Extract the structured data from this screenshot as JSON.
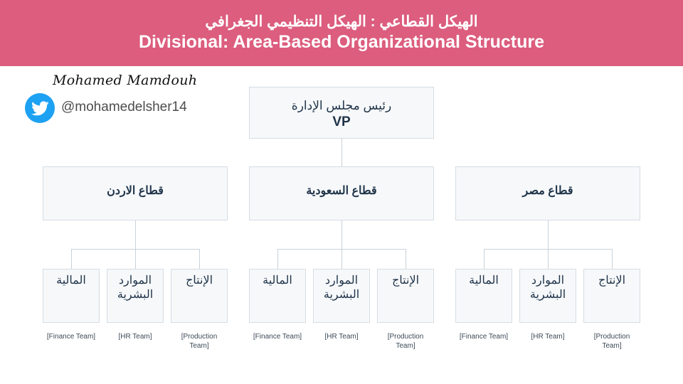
{
  "header": {
    "title_ar": "الهيكل القطاعي : الهيكل التنظيمي الجغرافي",
    "title_en": "Divisional: Area-Based Organizational Structure",
    "background_color": "#dc5d7e",
    "text_color": "#ffffff"
  },
  "signature": {
    "name": "Mohamed Mamdouh",
    "handle": "@mohamedelsher14",
    "icon": "twitter-icon",
    "icon_color": "#1da1f2"
  },
  "chart": {
    "box_fill": "#f6f8fa",
    "box_border": "#d6dde3",
    "connector_color": "#c8d2da",
    "text_color": "#1f3348",
    "root": {
      "label_ar": "رئيس مجلس الإدارة",
      "label_en": "VP"
    },
    "divisions": [
      {
        "label_ar": "قطاع الاردن",
        "children": [
          {
            "label_ar": "المالية",
            "caption_en": "[Finance Team]"
          },
          {
            "label_ar": "الموارد البشرية",
            "caption_en": "[HR Team]"
          },
          {
            "label_ar": "الإنتاج",
            "caption_en": "[Production Team]"
          }
        ]
      },
      {
        "label_ar": "قطاع السعودية",
        "children": [
          {
            "label_ar": "المالية",
            "caption_en": "[Finance Team]"
          },
          {
            "label_ar": "الموارد البشرية",
            "caption_en": "[HR Team]"
          },
          {
            "label_ar": "الإنتاج",
            "caption_en": "[Production Team]"
          }
        ]
      },
      {
        "label_ar": "قطاع مصر",
        "children": [
          {
            "label_ar": "المالية",
            "caption_en": "[Finance Team]"
          },
          {
            "label_ar": "الموارد البشرية",
            "caption_en": "[HR Team]"
          },
          {
            "label_ar": "الإنتاج",
            "caption_en": "[Production Team]"
          }
        ]
      }
    ]
  }
}
